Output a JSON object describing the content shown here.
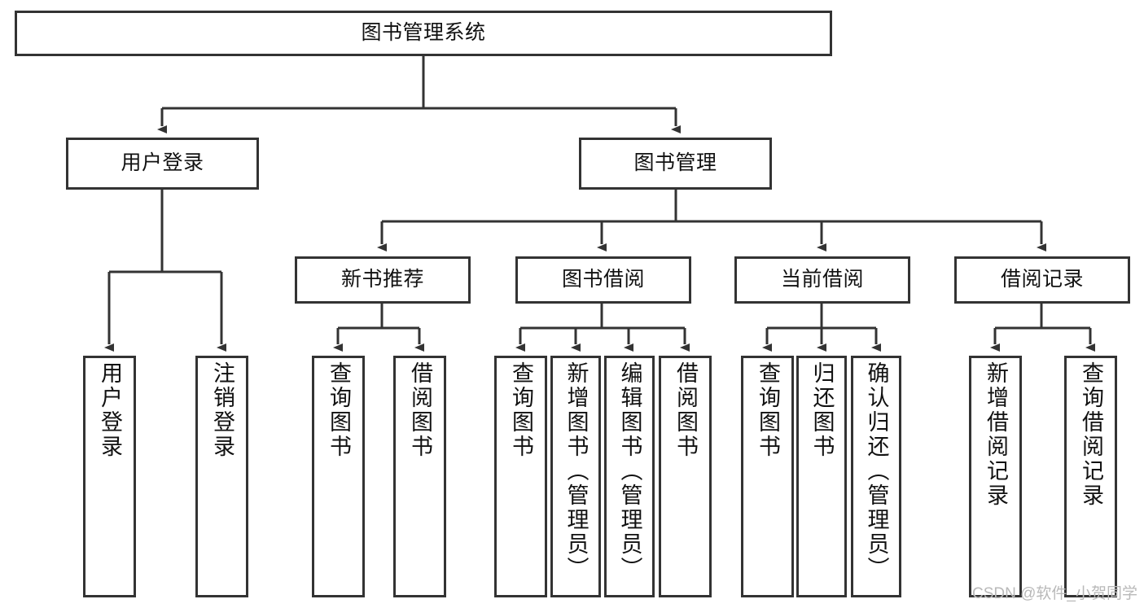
{
  "diagram": {
    "type": "tree-hierarchy-chart",
    "title": "图书管理系统",
    "line_color": "#333333",
    "box_fill": "#ffffff",
    "text_color": "#111111",
    "watermark": "CSDN @软件_小贺同学"
  },
  "nodes": {
    "root": {
      "label": "图书管理系统"
    },
    "level2": [
      {
        "id": "user-login",
        "label": "用户登录"
      },
      {
        "id": "book-manage",
        "label": "图书管理"
      }
    ],
    "level3": [
      {
        "id": "new-book-recommend",
        "label": "新书推荐"
      },
      {
        "id": "book-borrow",
        "label": "图书借阅"
      },
      {
        "id": "current-borrow",
        "label": "当前借阅"
      },
      {
        "id": "borrow-record",
        "label": "借阅记录"
      }
    ],
    "leaves": {
      "user_login": [
        {
          "id": "leaf-user-login",
          "label": "用户登录"
        },
        {
          "id": "leaf-user-logout",
          "label": "注销登录"
        }
      ],
      "new_book_recommend": [
        {
          "id": "leaf-query-book-1",
          "label": "查询图书"
        },
        {
          "id": "leaf-borrow-book-1",
          "label": "借阅图书"
        }
      ],
      "book_borrow": [
        {
          "id": "leaf-query-book-2",
          "label": "查询图书"
        },
        {
          "id": "leaf-add-book",
          "label": "新增图书（管理员）"
        },
        {
          "id": "leaf-edit-book",
          "label": "编辑图书（管理员）"
        },
        {
          "id": "leaf-borrow-book-2",
          "label": "借阅图书"
        }
      ],
      "current_borrow": [
        {
          "id": "leaf-query-book-3",
          "label": "查询图书"
        },
        {
          "id": "leaf-return-book",
          "label": "归还图书"
        },
        {
          "id": "leaf-confirm-return",
          "label": "确认归还（管理员）"
        }
      ],
      "borrow_record": [
        {
          "id": "leaf-add-record",
          "label": "新增借阅记录"
        },
        {
          "id": "leaf-query-record",
          "label": "查询借阅记录"
        }
      ]
    }
  }
}
